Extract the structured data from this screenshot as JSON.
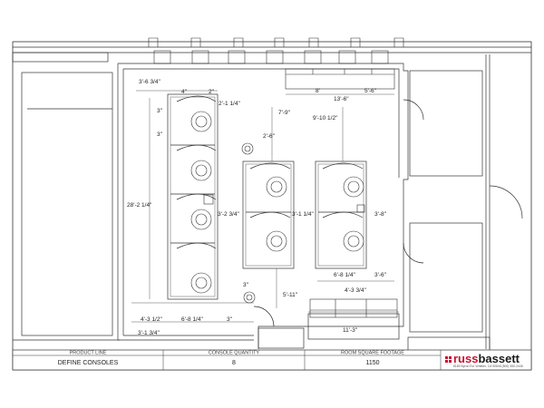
{
  "title_block": {
    "product_line_label": "PRODUCT LINE",
    "product_line": "DEFINE CONSOLES",
    "console_quantity_label": "CONSOLE QUANTITY",
    "console_quantity": "8",
    "room_sqft_label": "ROOM SQUARE FOOTAGE",
    "room_sqft": "1150"
  },
  "brand": {
    "name_part1": "russ",
    "name_part2": "bassett",
    "address": "8189 Byron Rd. Whittier, CA 90606  (800) 350-2445",
    "color": "#c8102e"
  },
  "dimensions": {
    "d_3_6_3_4": "3'-6 3/4\"",
    "d_4_top": "4\"",
    "d_2_top": "2\"",
    "d_3_a": "3\"",
    "d_3_b": "3\"",
    "d_2_1_1_4": "2'-1 1/4\"",
    "d_28_2_1_4": "28'-2 1/4\"",
    "d_2_6": "2'-6\"",
    "d_7_9": "7'-9\"",
    "d_8": "8'",
    "d_13_6": "13'-6\"",
    "d_5_6": "5'-6\"",
    "d_9_10_1_2": "9'-10 1/2\"",
    "d_3_2_3_4": "3'-2 3/4\"",
    "d_3_1_1_4": "3'-1 1/4\"",
    "d_3_8": "3'-8\"",
    "d_6_8_1_4_r": "6'-8 1/4\"",
    "d_3_6_r": "3'-6\"",
    "d_4_3_3_4": "4'-3 3/4\"",
    "d_5_11": "5'-11\"",
    "d_3_mid": "3\"",
    "d_4_3_1_2": "4'-3 1/2\"",
    "d_6_8_1_4_b": "6'-8 1/4\"",
    "d_3_bot": "3\"",
    "d_3_1_3_4": "3'-1 3/4\"",
    "d_11_3": "11'-3\""
  }
}
